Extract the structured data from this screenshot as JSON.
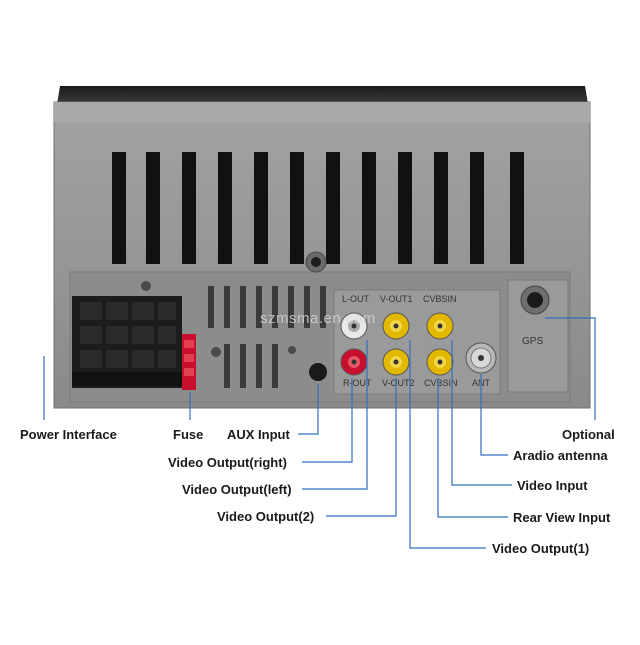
{
  "watermark": "szmsma.en.com",
  "port_markings": {
    "l_out": "L-OUT",
    "v_out1": "V-OUT1",
    "cvbsin": "CVBSIN",
    "r_out": "R-OUT",
    "v_out2": "V-OUT2",
    "cvbsin2": "CVBSIN",
    "ant": "ANT",
    "gps": "GPS"
  },
  "labels": {
    "power_interface": "Power Interface",
    "fuse": "Fuse",
    "aux_input": "AUX Input",
    "video_output_right": "Video Output(right)",
    "video_output_left": "Video Output(left)",
    "video_output_2": "Video Output(2)",
    "optional": "Optional",
    "aradio_antenna": "Aradio antenna",
    "video_input": "Video Input",
    "rear_view_input": "Rear View Input",
    "video_output_1": "Video Output(1)"
  },
  "colors": {
    "panel": "#8f8f8f",
    "panel_light": "#9c9c9c",
    "slot": "#111111",
    "leader": "#2f6fc0",
    "rca_red": "#c8102e",
    "rca_yellow": "#e3b800",
    "rca_white": "#e8e8e8"
  }
}
